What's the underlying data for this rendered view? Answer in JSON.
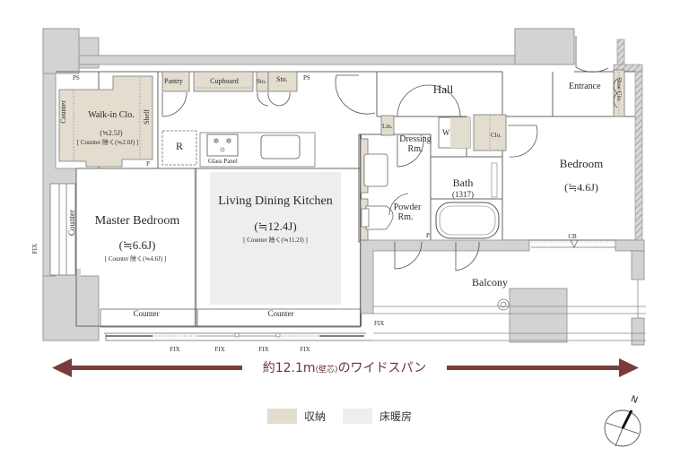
{
  "colors": {
    "wall": "#d3d3d3",
    "wall_stroke": "#8c8c8c",
    "storage": "#e2ddcf",
    "floor_heating": "#efedee",
    "span_arrow": "#7a3b3b",
    "line": "#555555"
  },
  "rooms": {
    "walk_in_closet": {
      "name": "Walk-in Clo.",
      "size": "(≒2.5J)",
      "note": "[ Counter 除く(≒2.0J) ]"
    },
    "counter_wic": "Counter",
    "shelf": "Shelf",
    "ps_left": "PS",
    "ps_right": "PS",
    "p_small": "P",
    "pantry": "Pantry",
    "cupboard": "Cupboard",
    "sto_small": "Sto.",
    "sto": "Sto.",
    "refrigerator": "R",
    "glass_panel": "Glass Panel",
    "hall": "Hall",
    "linen": "Lin.",
    "dressing": {
      "line1": "Dressing",
      "line2": "Rm."
    },
    "washer": "W",
    "closet": "Clo.",
    "bath": {
      "name": "Bath",
      "size": "(1317)"
    },
    "powder": {
      "line1": "Powder",
      "line2": "Rm."
    },
    "p_bath": "P",
    "entrance": "Entrance",
    "shoe_closet": "Shoe Clo.",
    "bedroom": {
      "name": "Bedroom",
      "size": "(≒4.6J)"
    },
    "cb": "CB",
    "master_bedroom": {
      "name": "Master Bedroom",
      "size": "(≒6.6J)",
      "note": "[ Counter 除く(≒4.6J) ]"
    },
    "counter_master_side": "Counter",
    "ldk": {
      "name": "Living Dining Kitchen",
      "size": "(≒12.4J)",
      "note": "[ Counter 除く(≒11.2J) ]"
    },
    "counter_bottom_left": "Counter",
    "counter_bottom_right": "Counter",
    "balcony": "Balcony"
  },
  "fix_labels": {
    "left_side": "FIX",
    "bottom": [
      "FIX",
      "FIX",
      "FIX",
      "FIX"
    ],
    "balcony": "FIX"
  },
  "span": {
    "prefix": "約",
    "value": "12.1",
    "unit": "m",
    "qualifier": "(壁芯)",
    "suffix": "のワイドスパン"
  },
  "legend": [
    {
      "label": "収納",
      "color": "#e2ddcf"
    },
    {
      "label": "床暖房",
      "color": "#efedee"
    }
  ],
  "compass": {
    "north_label": "N"
  }
}
